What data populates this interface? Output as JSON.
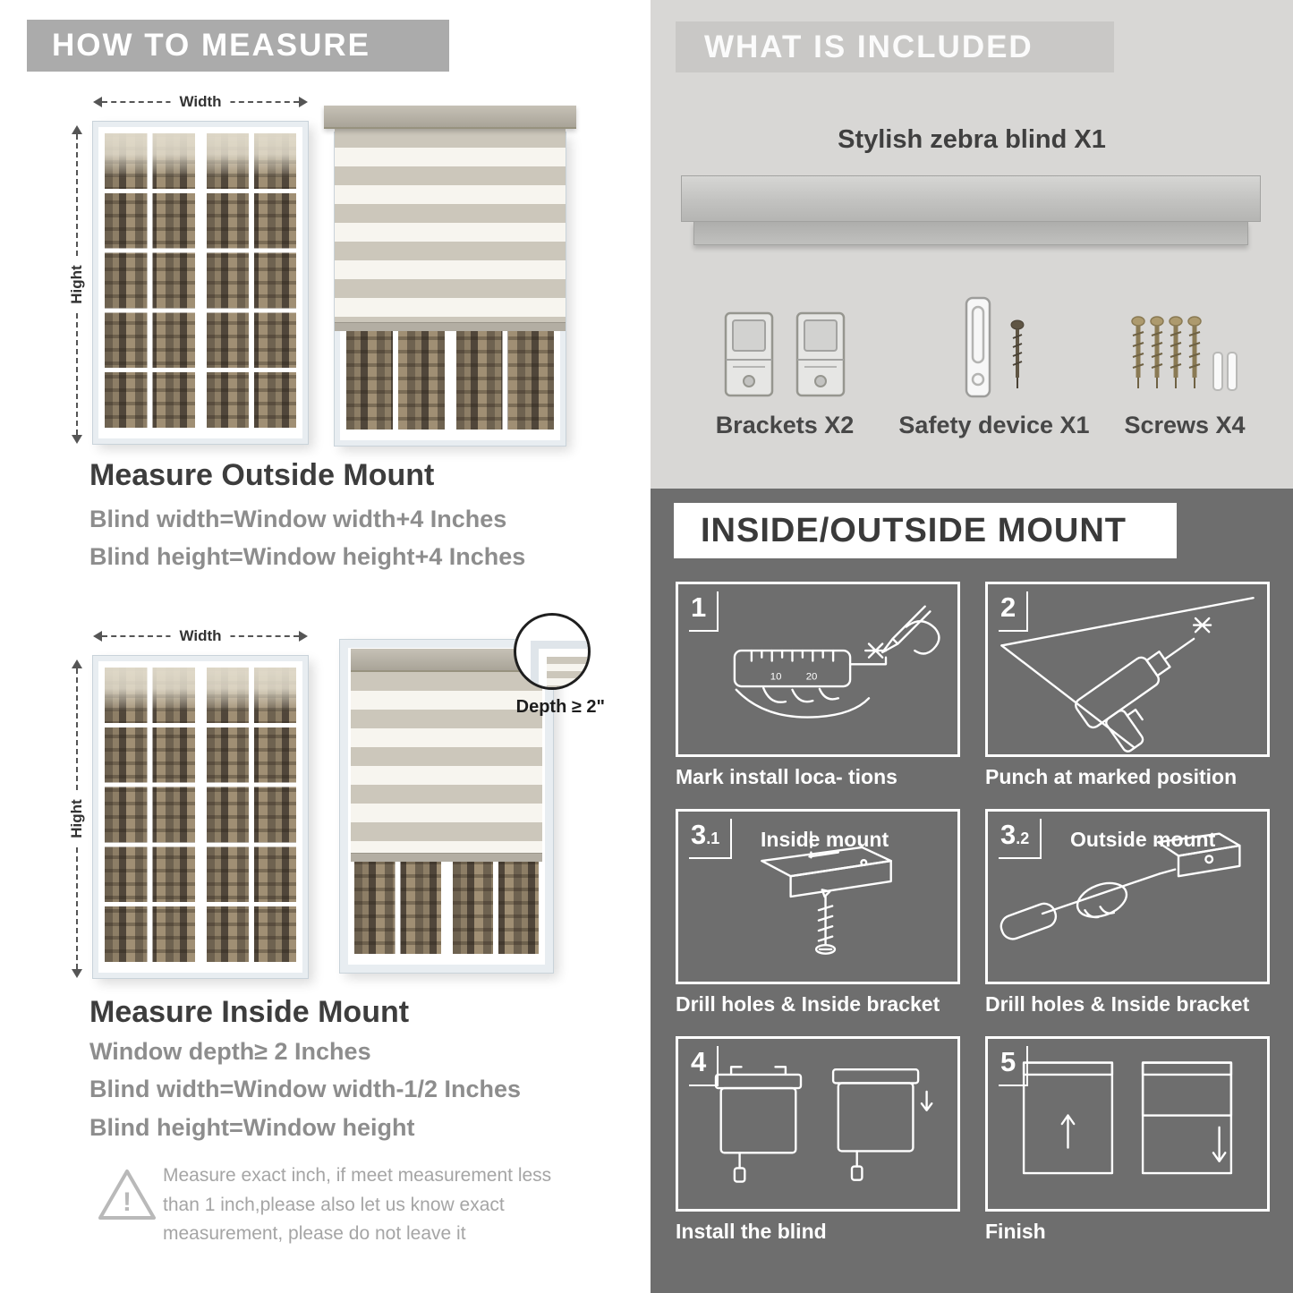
{
  "left": {
    "header": "HOW TO MEASURE",
    "outside": {
      "width_label": "Width",
      "height_label": "Hight",
      "heading": "Measure Outside Mount",
      "line1": "Blind width=Window width+4 Inches",
      "line2": "Blind height=Window height+4 Inches"
    },
    "inside": {
      "width_label": "Width",
      "height_label": "Hight",
      "depth_label": "Depth ≥ 2\"",
      "heading": "Measure Inside Mount",
      "line1": "Window depth≥ 2 Inches",
      "line2": "Blind width=Window width-1/2 Inches",
      "line3": "Blind height=Window height"
    },
    "warning": "Measure exact inch, if meet measurement less than 1 inch,please also let us know exact measurement, please do not leave it"
  },
  "right": {
    "included": {
      "header": "WHAT IS INCLUDED",
      "blind_label": "Stylish zebra blind X1",
      "items": [
        {
          "label": "Brackets X2"
        },
        {
          "label": "Safety device X1"
        },
        {
          "label": "Screws X4"
        }
      ]
    },
    "mount": {
      "header": "INSIDE/OUTSIDE MOUNT",
      "steps": [
        {
          "num": "1",
          "sub": "",
          "title": "",
          "caption": "Mark install loca- tions"
        },
        {
          "num": "2",
          "sub": "",
          "title": "",
          "caption": "Punch at  marked position"
        },
        {
          "num": "3",
          "sub": ".1",
          "title": "Inside mount",
          "caption": "Drill holes &  Inside bracket"
        },
        {
          "num": "3",
          "sub": ".2",
          "title": "Outside mount",
          "caption": "Drill holes &  Inside bracket"
        },
        {
          "num": "4",
          "sub": "",
          "title": "",
          "caption": "Install the blind"
        },
        {
          "num": "5",
          "sub": "",
          "title": "",
          "caption": "Finish"
        }
      ]
    }
  },
  "colors": {
    "header_gray": "#ababab",
    "light_panel": "#d8d7d5",
    "dark_panel": "#6e6e6e",
    "stripe_gray": "#ccc7bb",
    "text_dark": "#3d3d3d",
    "text_gray": "#8d8d8d"
  }
}
